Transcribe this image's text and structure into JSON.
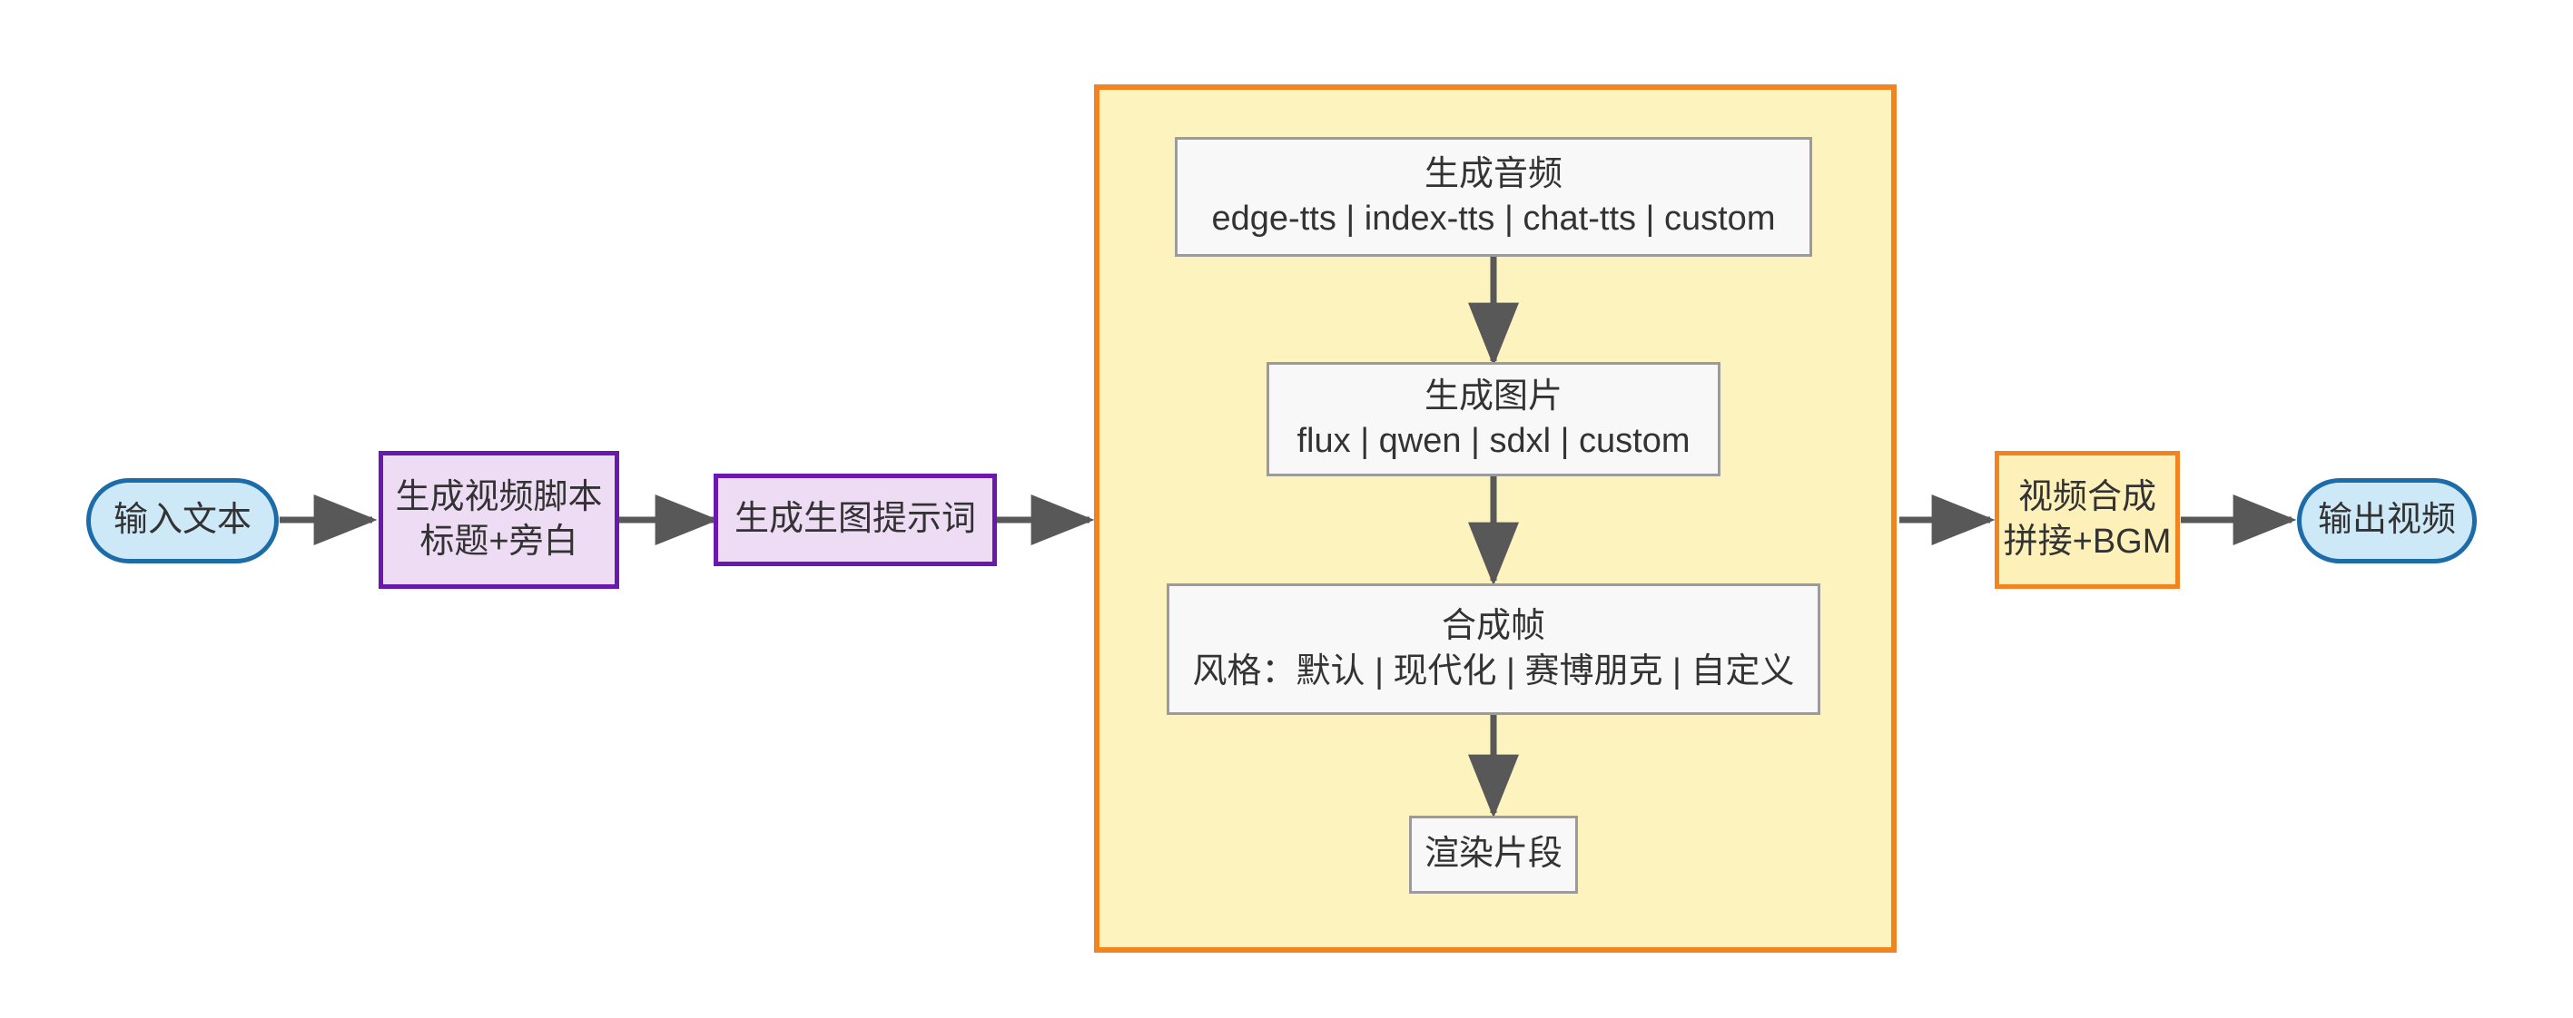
{
  "diagram": {
    "title": "Text to Video Generation Pipeline Flowchart",
    "colors": {
      "terminal_fill": "#cde8f6",
      "terminal_stroke": "#1b6ca8",
      "process_fill": "#eedcf4",
      "process_stroke": "#6a19b0",
      "accent_fill": "#fdf0b8",
      "accent_stroke": "#f3831e",
      "plain_fill": "#f8f8f8",
      "plain_stroke": "#9b9b9b",
      "subgraph_fill": "#fcf3bf",
      "subgraph_stroke": "#f3831e",
      "edge_stroke": "#585858",
      "text": "#333333"
    },
    "nodes": {
      "input_text": {
        "label": "输入文本"
      },
      "script": {
        "line1": "生成视频脚本",
        "line2": "标题+旁白"
      },
      "prompt": {
        "label": "生成生图提示词"
      },
      "audio": {
        "line1": "生成音频",
        "line2": "edge-tts | index-tts | chat-tts | custom"
      },
      "image": {
        "line1": "生成图片",
        "line2": "flux | qwen | sdxl | custom"
      },
      "frame": {
        "line1": "合成帧",
        "line2": "风格：默认 | 现代化 | 赛博朋克 | 自定义"
      },
      "render": {
        "label": "渲染片段"
      },
      "compose": {
        "line1": "视频合成",
        "line2": "拼接+BGM"
      },
      "output_video": {
        "label": "输出视频"
      }
    },
    "edges": [
      {
        "from": "input_text",
        "to": "script"
      },
      {
        "from": "script",
        "to": "prompt"
      },
      {
        "from": "prompt",
        "to": "pipeline_subgraph"
      },
      {
        "from": "audio",
        "to": "image"
      },
      {
        "from": "image",
        "to": "frame"
      },
      {
        "from": "frame",
        "to": "render"
      },
      {
        "from": "pipeline_subgraph",
        "to": "compose"
      },
      {
        "from": "compose",
        "to": "output_video"
      }
    ]
  }
}
